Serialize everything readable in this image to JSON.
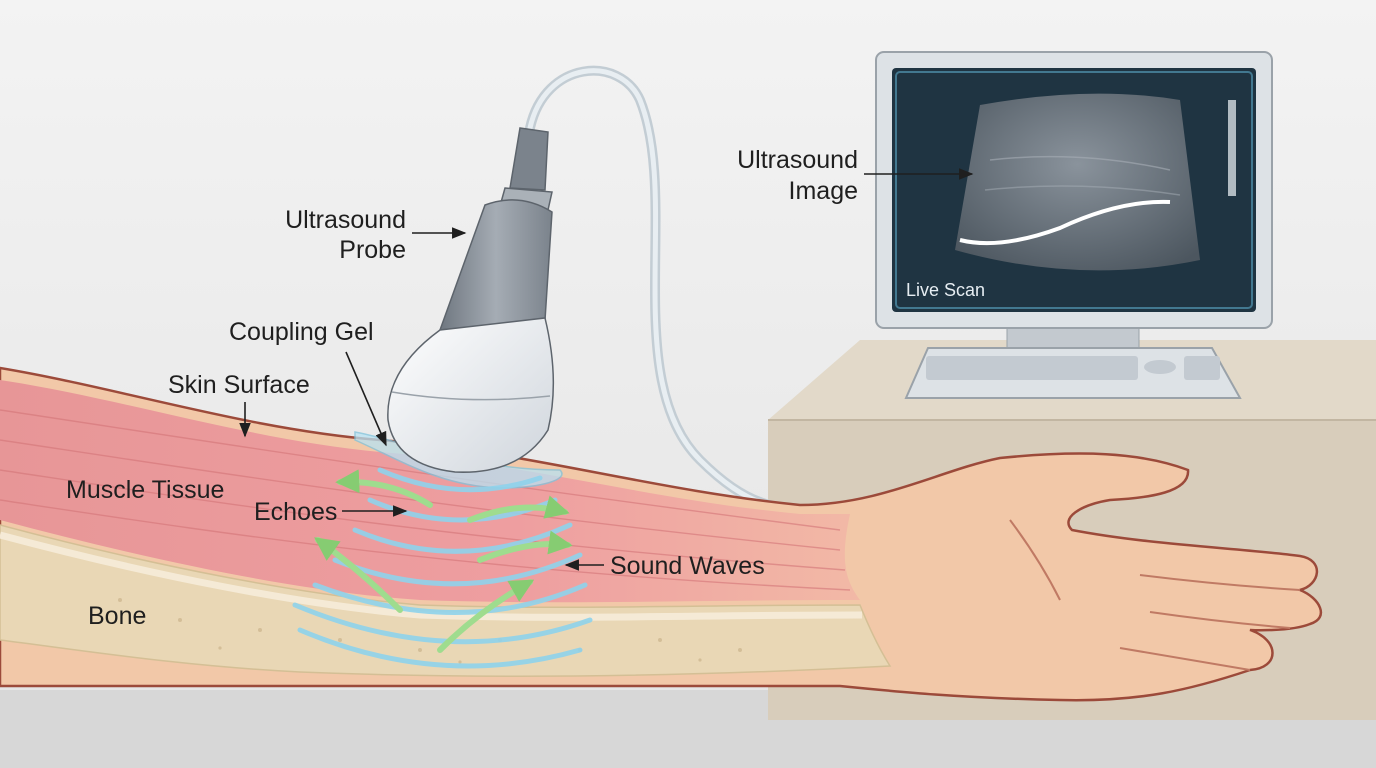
{
  "labels": {
    "probe_line1": "Ultrasound",
    "probe_line2": "Probe",
    "image_line1": "Ultrasound",
    "image_line2": "Image",
    "coupling_gel": "Coupling Gel",
    "skin_surface": "Skin Surface",
    "muscle_tissue": "Muscle Tissue",
    "echoes": "Echoes",
    "sound_waves": "Sound Waves",
    "bone": "Bone"
  },
  "monitor": {
    "screen_caption": "Live Scan"
  },
  "colors": {
    "background": "#ececec",
    "skin": "#f2c8a8",
    "muscle": "#ec9ea0",
    "bone": "#e9d7b5",
    "sound_wave": "#8fd3ec",
    "echo": "#9fdc8e",
    "screen": "#1f3442",
    "probe": "#8f969f"
  }
}
